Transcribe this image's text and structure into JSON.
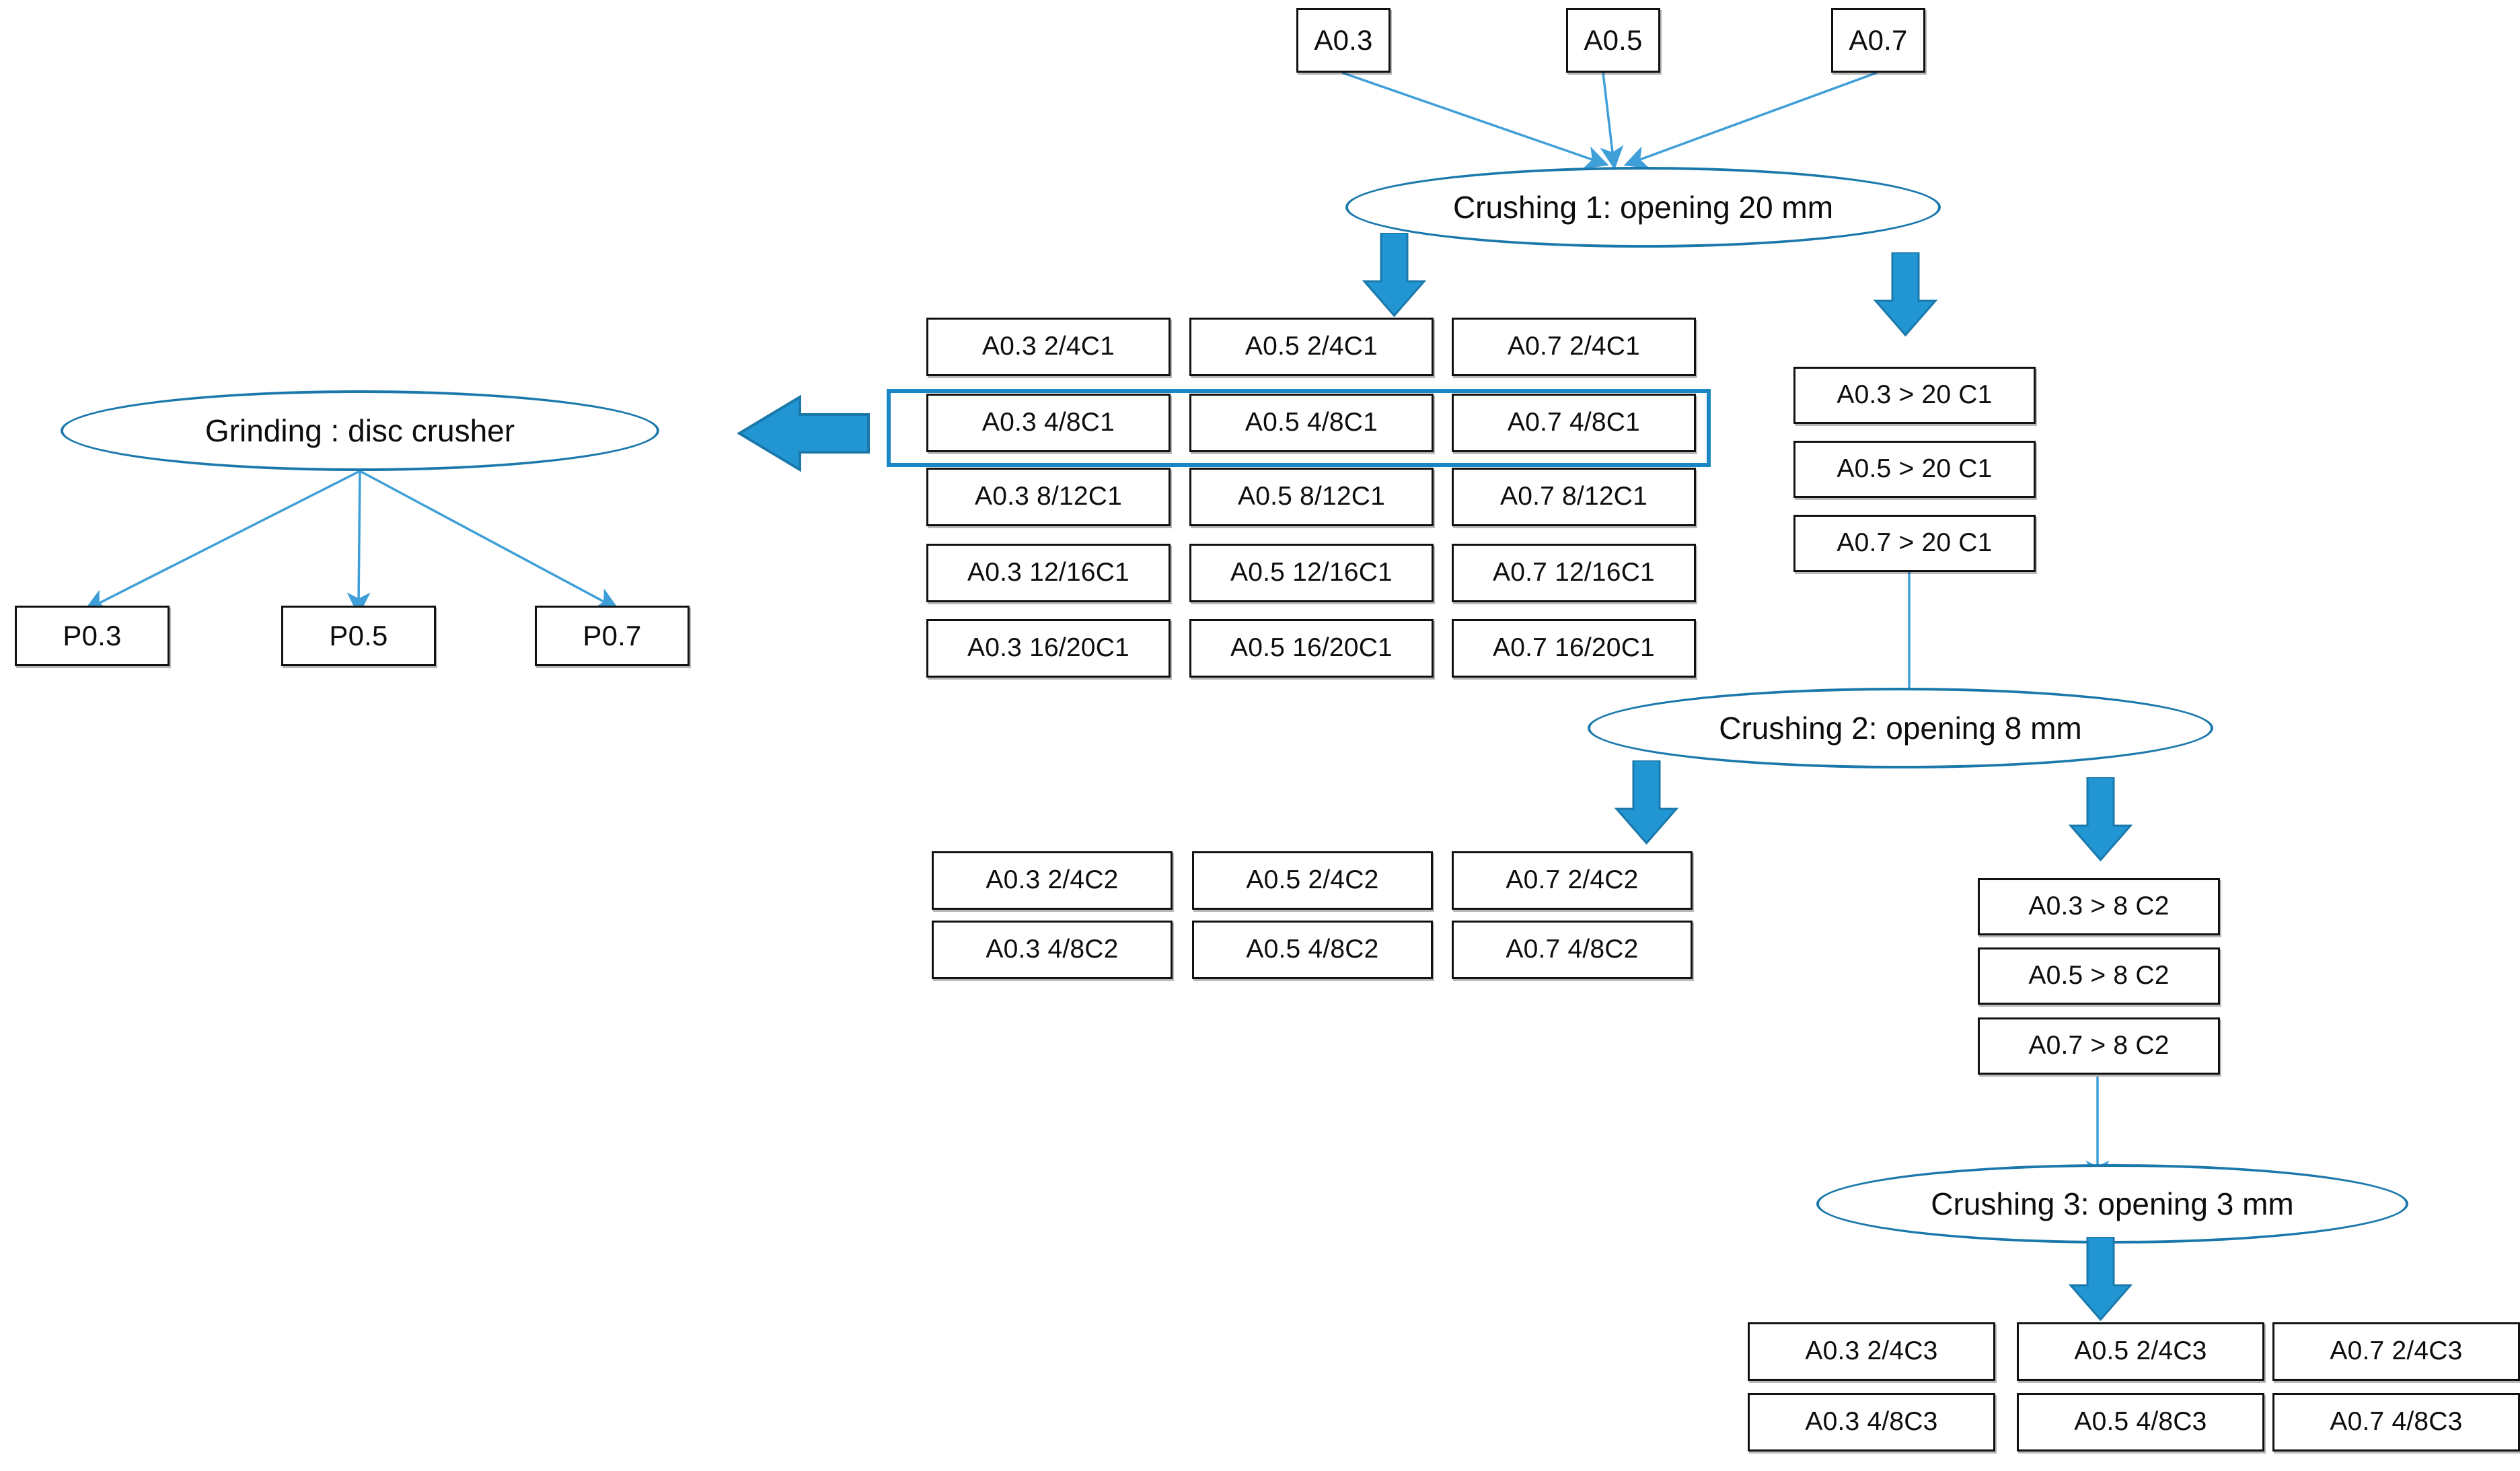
{
  "diagram": {
    "title": "Aggregate crushing and grinding flow diagram",
    "accent_color": "#2196d3",
    "ellipse_stroke": "#1b78ab",
    "box_stroke": "#111111",
    "highlight_color": "#1a87c4"
  },
  "inputs": [
    {
      "label": "A0.3"
    },
    {
      "label": "A0.5"
    },
    {
      "label": "A0.7"
    }
  ],
  "processes": {
    "crushing1": "Crushing 1: opening 20 mm",
    "crushing2": "Crushing 2: opening 8 mm",
    "crushing3": "Crushing 3: opening 3 mm",
    "grinding": "Grinding : disc crusher"
  },
  "products": [
    {
      "label": "P0.3"
    },
    {
      "label": "P0.5"
    },
    {
      "label": "P0.7"
    }
  ],
  "c1_grid": {
    "columns": [
      "A0.3",
      "A0.5",
      "A0.7"
    ],
    "rows": [
      [
        "A0.3 2/4C1",
        "A0.5 2/4C1",
        "A0.7 2/4C1"
      ],
      [
        "A0.3 4/8C1",
        "A0.5 4/8C1",
        "A0.7 4/8C1"
      ],
      [
        "A0.3 8/12C1",
        "A0.5 8/12C1",
        "A0.7 8/12C1"
      ],
      [
        "A0.3 12/16C1",
        "A0.5 12/16C1",
        "A0.7 12/16C1"
      ],
      [
        "A0.3 16/20C1",
        "A0.5 16/20C1",
        "A0.7 16/20C1"
      ]
    ],
    "highlighted_row_index": 1
  },
  "oversize_c1": [
    "A0.3 > 20 C1",
    "A0.5 > 20 C1",
    "A0.7 > 20 C1"
  ],
  "c2_grid": {
    "rows": [
      [
        "A0.3 2/4C2",
        "A0.5 2/4C2",
        "A0.7 2/4C2"
      ],
      [
        "A0.3 4/8C2",
        "A0.5 4/8C2",
        "A0.7 4/8C2"
      ]
    ]
  },
  "oversize_c2": [
    "A0.3 > 8 C2",
    "A0.5 > 8 C2",
    "A0.7 > 8 C2"
  ],
  "c3_grid": {
    "rows": [
      [
        "A0.3 2/4C3",
        "A0.5 2/4C3",
        "A0.7 2/4C3"
      ],
      [
        "A0.3 4/8C3",
        "A0.5 4/8C3",
        "A0.7 4/8C3"
      ]
    ]
  }
}
